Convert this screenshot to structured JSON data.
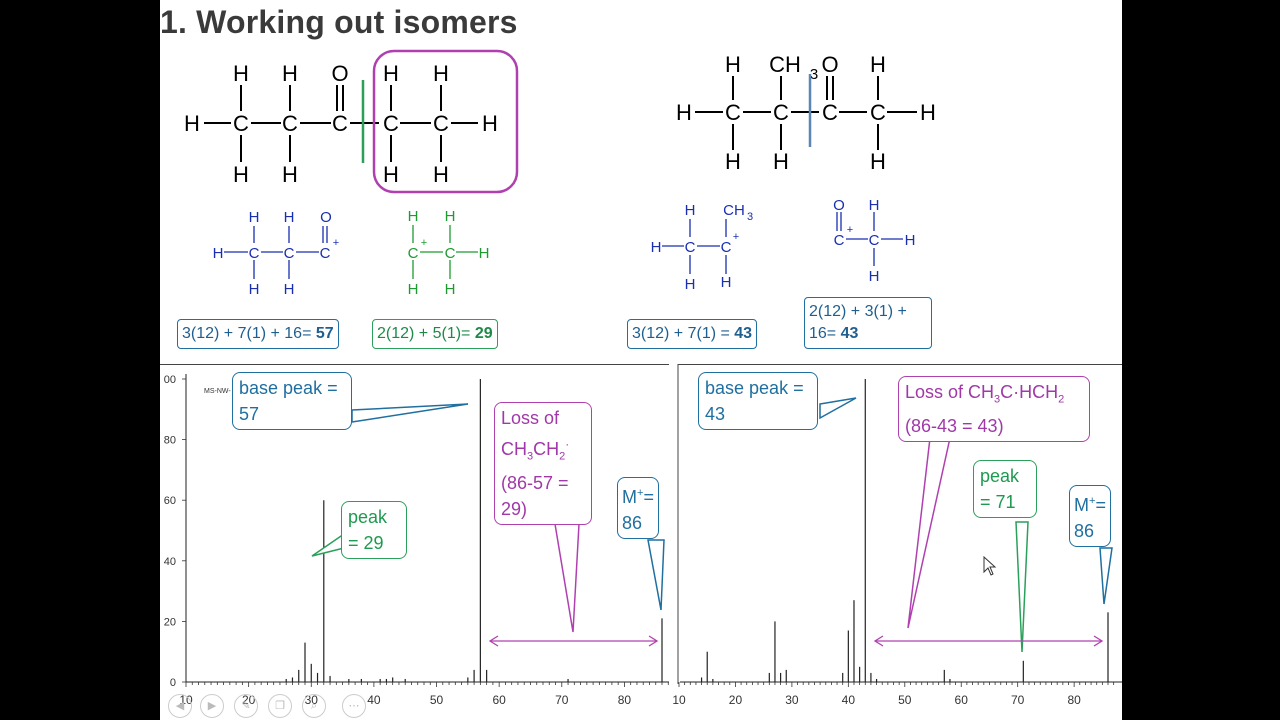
{
  "slide": {
    "title": "1. Working out isomers"
  },
  "molecule_left": {
    "atoms": [
      "H",
      "H",
      "O",
      "H",
      "H",
      "H",
      "C",
      "C",
      "C",
      "C",
      "C",
      "H",
      "H",
      "H",
      "H",
      "H"
    ]
  },
  "molecule_right": {
    "atoms": [
      "H",
      "CH",
      "3",
      "O",
      "H",
      "H",
      "C",
      "C",
      "C",
      "C",
      "H",
      "H",
      "H",
      "H"
    ]
  },
  "fragments": {
    "f57": [
      "H",
      "H",
      "O",
      "H",
      "C",
      "C",
      "C",
      "+",
      "H",
      "H"
    ],
    "f29": [
      "H",
      "H",
      "C",
      "+",
      "C",
      "H",
      "H",
      "H"
    ],
    "f43a": [
      "H",
      "CH",
      "3",
      "H",
      "C",
      "C",
      "+",
      "H",
      "H"
    ],
    "f43b": [
      "O",
      "H",
      "C",
      "+",
      "C",
      "H",
      "H"
    ]
  },
  "calculations": {
    "c57": {
      "text": "3(12) + 7(1) + 16= ",
      "result": "57"
    },
    "c29": {
      "text": "2(12) + 5(1)= ",
      "result": "29"
    },
    "c43a": {
      "text": "3(12) + 7(1) = ",
      "result": "43"
    },
    "c43b": {
      "line1": "2(12) + 3(1) +",
      "line2": "16= ",
      "result": "43"
    }
  },
  "callouts": {
    "left_base_peak": {
      "line1": "base peak =",
      "line2": "57"
    },
    "left_peak29": {
      "line1": "peak",
      "line2": "= 29"
    },
    "left_loss": {
      "line1": "Loss of",
      "line2a": "CH",
      "line2b": "3",
      "line2c": "CH",
      "line2d": "2",
      "line2e": "·",
      "line3": "(86-57 =",
      "line4": "29)"
    },
    "left_mplus": {
      "line1a": "M",
      "line1b": "+",
      "line1c": "=",
      "line2": "86"
    },
    "right_base_peak": {
      "line1": "base peak =",
      "line2": "43"
    },
    "right_loss": {
      "line1a": "Loss of CH",
      "line1b": "3",
      "line1c": "C·HCH",
      "line1d": "2",
      "line2": "(86-43 = 43)"
    },
    "right_peak71": {
      "line1": "peak",
      "line2": "= 71"
    },
    "right_mplus": {
      "line1a": "M",
      "line1b": "+",
      "line1c": "=",
      "line2": "86"
    }
  },
  "spectrum_label": "MS-NW-",
  "chart_data": [
    {
      "type": "bar",
      "x_ticks": [
        10,
        20,
        30,
        40,
        50,
        60,
        70,
        80
      ],
      "y_ticks": [
        0,
        20,
        40,
        60,
        80,
        "00"
      ],
      "xlim": [
        10,
        87
      ],
      "ylim": [
        0,
        100
      ],
      "peaks": [
        {
          "mz": 26,
          "intensity": 1
        },
        {
          "mz": 27,
          "intensity": 1.5
        },
        {
          "mz": 28,
          "intensity": 4
        },
        {
          "mz": 29,
          "intensity": 13
        },
        {
          "mz": 30,
          "intensity": 6
        },
        {
          "mz": 31,
          "intensity": 3
        },
        {
          "mz": 32,
          "intensity": 60
        },
        {
          "mz": 33,
          "intensity": 2
        },
        {
          "mz": 36,
          "intensity": 1
        },
        {
          "mz": 38,
          "intensity": 1
        },
        {
          "mz": 41,
          "intensity": 1
        },
        {
          "mz": 42,
          "intensity": 1
        },
        {
          "mz": 43,
          "intensity": 1.5
        },
        {
          "mz": 45,
          "intensity": 1
        },
        {
          "mz": 55,
          "intensity": 1.5
        },
        {
          "mz": 56,
          "intensity": 4
        },
        {
          "mz": 57,
          "intensity": 100
        },
        {
          "mz": 58,
          "intensity": 4
        },
        {
          "mz": 71,
          "intensity": 1
        },
        {
          "mz": 86,
          "intensity": 21
        }
      ]
    },
    {
      "type": "bar",
      "x_ticks": [
        10,
        20,
        30,
        40,
        50,
        60,
        70,
        80
      ],
      "xlim": [
        10,
        87
      ],
      "ylim": [
        0,
        100
      ],
      "peaks": [
        {
          "mz": 14,
          "intensity": 1.5
        },
        {
          "mz": 15,
          "intensity": 10
        },
        {
          "mz": 16,
          "intensity": 1
        },
        {
          "mz": 26,
          "intensity": 3
        },
        {
          "mz": 27,
          "intensity": 20
        },
        {
          "mz": 28,
          "intensity": 3
        },
        {
          "mz": 29,
          "intensity": 4
        },
        {
          "mz": 39,
          "intensity": 3
        },
        {
          "mz": 40,
          "intensity": 17
        },
        {
          "mz": 41,
          "intensity": 27
        },
        {
          "mz": 42,
          "intensity": 5
        },
        {
          "mz": 43,
          "intensity": 100
        },
        {
          "mz": 44,
          "intensity": 3
        },
        {
          "mz": 45,
          "intensity": 1
        },
        {
          "mz": 57,
          "intensity": 4
        },
        {
          "mz": 58,
          "intensity": 1
        },
        {
          "mz": 71,
          "intensity": 7
        },
        {
          "mz": 86,
          "intensity": 23
        }
      ]
    }
  ],
  "player_controls": [
    "back-icon",
    "play-icon",
    "pen-icon",
    "copy-icon",
    "zoom-icon",
    "more-icon"
  ]
}
